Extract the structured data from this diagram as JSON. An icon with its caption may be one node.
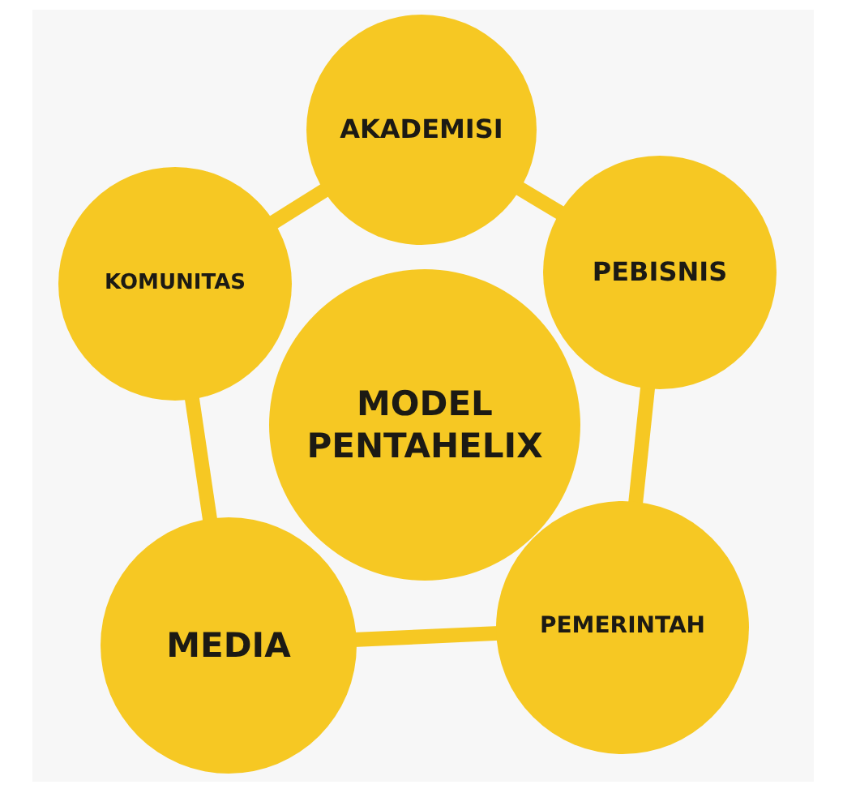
{
  "diagram": {
    "nodes": [
      {
        "text": [
          "AKADEMISI"
        ]
      },
      {
        "text": [
          "KOMUNITAS"
        ]
      },
      {
        "text": [
          "PEBISNIS"
        ]
      },
      {
        "text": [
          "MODEL PENTAHELIX"
        ]
      },
      {
        "text": [
          "MEDIA"
        ]
      },
      {
        "text": [
          "PEMERINTAH"
        ]
      }
    ],
    "edges": [
      {
        "from": 1,
        "to": 0,
        "arrow": "none"
      },
      {
        "from": 0,
        "to": 2,
        "arrow": "none"
      },
      {
        "from": 2,
        "to": 5,
        "arrow": "none"
      },
      {
        "from": 5,
        "to": 4,
        "arrow": "none"
      },
      {
        "from": 4,
        "to": 1,
        "arrow": "none"
      }
    ]
  }
}
